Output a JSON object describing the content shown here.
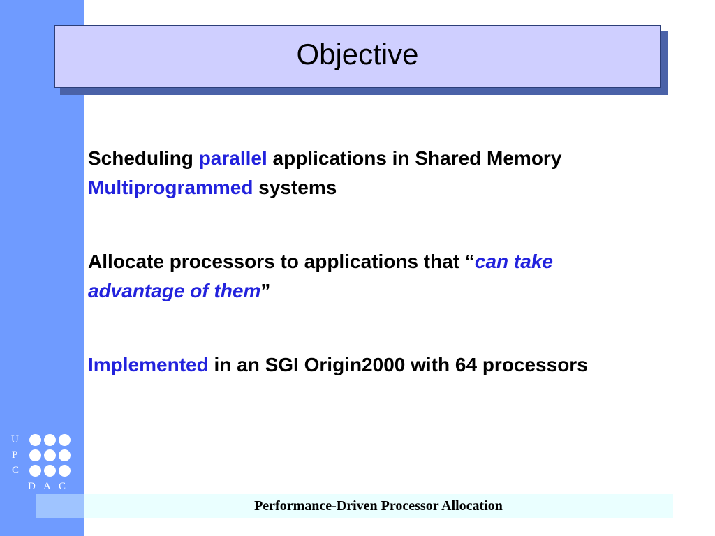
{
  "slide": {
    "title": "Objective",
    "bullets": [
      {
        "parts": [
          {
            "text": "Scheduling "
          },
          {
            "text": "parallel",
            "color": "#2222dd"
          },
          {
            "text": " applications in Shared Memory "
          },
          {
            "text": "Multiprogrammed",
            "color": "#2222dd"
          },
          {
            "text": " systems"
          }
        ]
      },
      {
        "parts": [
          {
            "text": "Allocate processors to applications that “"
          },
          {
            "text": "can take advantage of them",
            "color": "#2222dd",
            "italic": true
          },
          {
            "text": "”"
          }
        ]
      },
      {
        "parts": [
          {
            "text": "Implemented",
            "color": "#2222dd"
          },
          {
            "text": " in an SGI Origin2000 with 64 processors"
          }
        ]
      }
    ],
    "footer": "Performance-Driven Processor Allocation"
  },
  "logo": {
    "side_letters": [
      "U",
      "P",
      "C"
    ],
    "bottom_letters": [
      "D",
      "A",
      "C"
    ]
  },
  "colors": {
    "sidebar": "#6f9bff",
    "title_fill": "#cfcfff",
    "accent_text": "#2222dd",
    "footer_band": "#eaffff"
  }
}
